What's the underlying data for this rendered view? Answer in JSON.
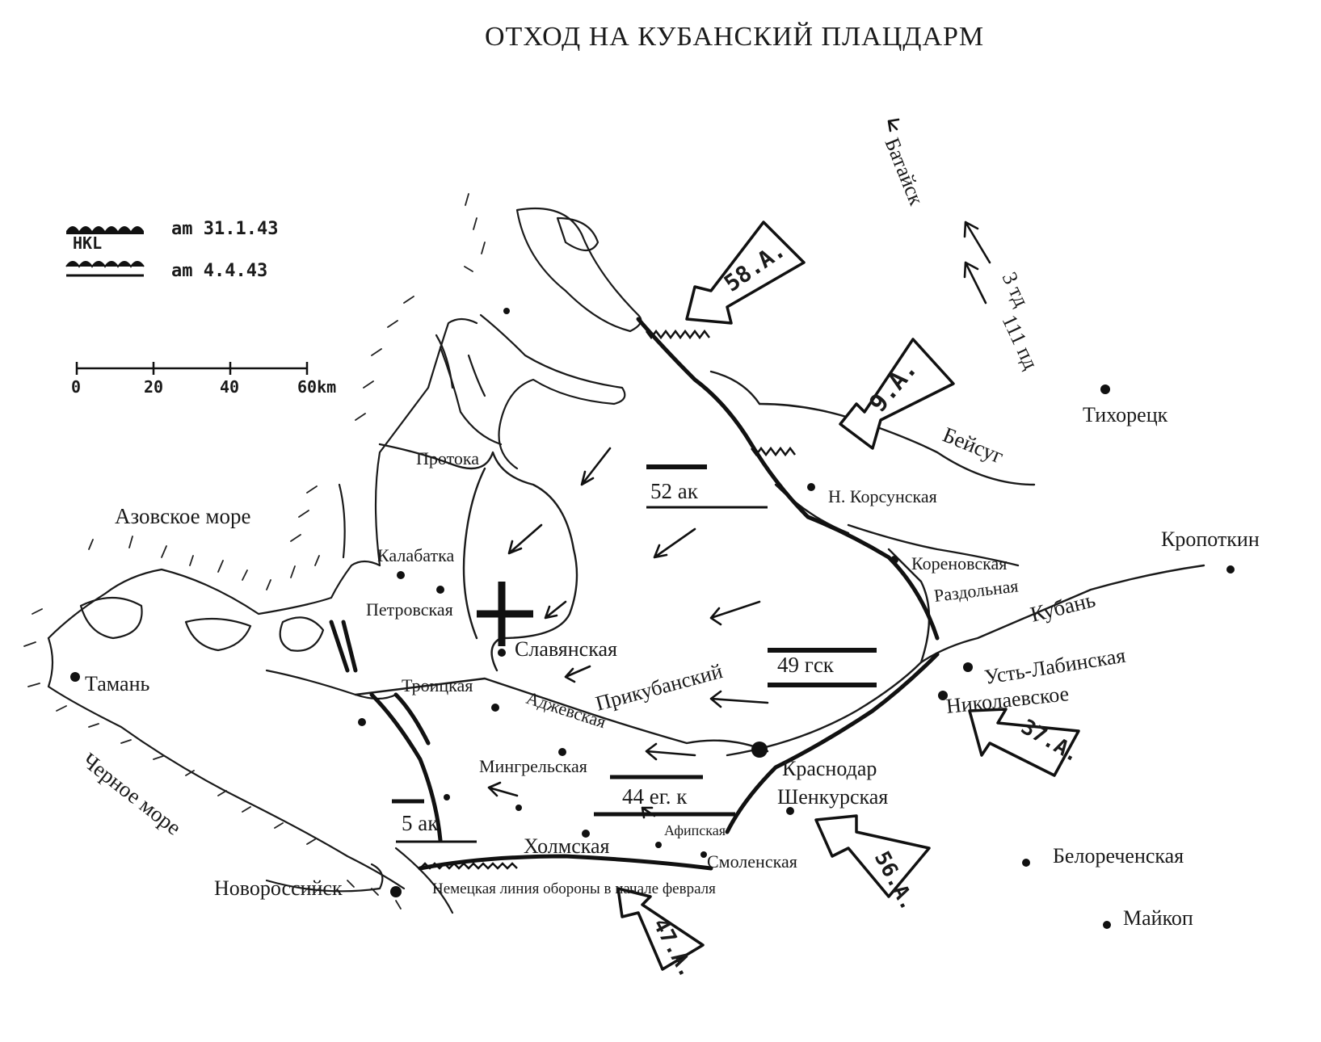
{
  "title": "ОТХОД НА КУБАНСКИЙ ПЛАЦДАРМ",
  "legend": {
    "line1_code": "HKL",
    "line1_date": "am 31.1.43",
    "line2_date": "am 4.4.43"
  },
  "scale": {
    "ticks": [
      "0",
      "20",
      "40",
      "60km"
    ]
  },
  "seas": {
    "azov": "Азовское море",
    "black": "Черное море"
  },
  "rivers": {
    "beisug": "Бейсуг",
    "kuban": "Кубань",
    "prikubansky": "Прикубанский",
    "protoka": "Протока"
  },
  "towns": {
    "tikhoretsk": "Тихорецк",
    "kropotkin": "Кропоткин",
    "n_korsunskaya": "Н. Корсунская",
    "korenovskaya": "Кореновская",
    "razdolnaya": "Раздольная",
    "ust_labinskaya": "Усть-Лабинская",
    "nikolaevskoe": "Николаевское",
    "kalabatka": "Калабатка",
    "petrovskaya": "Петровская",
    "slavyanskaya": "Славянская",
    "troitskaya": "Троицкая",
    "adzhevskaya": "Аджевская",
    "mingrelskaya": "Мингрельская",
    "krasnodar": "Краснодар",
    "shenkurskaya": "Шенкурская",
    "afipskaya": "Афипская",
    "smolenskaya": "Смоленская",
    "kholmskaya": "Холмская",
    "taman": "Тамань",
    "novorossiysk": "Новороссийск",
    "belorechenskaya": "Белореченская",
    "maikop": "Майкоп",
    "bataisk": "Батайск"
  },
  "units": {
    "a58": "58.А.",
    "a9": "9.А.",
    "a37": "37.А.",
    "a56": "56.А.",
    "a47": "47.А.",
    "ak52": "52 ак",
    "gsk49": "49 гск",
    "egk44": "44 ег. к",
    "ak5": "5 ак",
    "td3": "3 тд",
    "pd111": "111 пд"
  },
  "annotations": {
    "defense_line": "Немецкая линия обороны в начале февраля"
  }
}
